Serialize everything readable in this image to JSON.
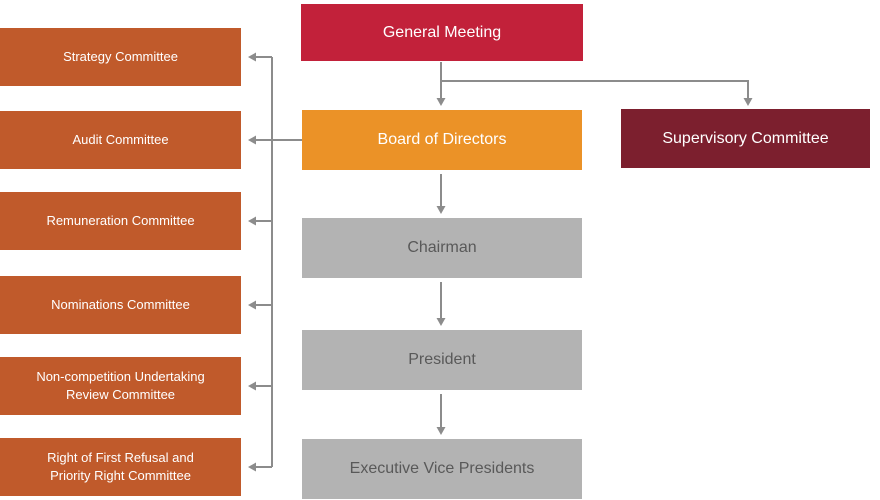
{
  "colors": {
    "general-meeting": "#C2213A",
    "board": "#EB9227",
    "supervisory": "#7C1F2E",
    "committee": "#C05A2B",
    "management": "#B3B3B3",
    "management-text": "#595959",
    "connector": "#8C8C8C",
    "text-light": "#FFFFFF",
    "background": "#FFFFFF"
  },
  "nodes": {
    "general_meeting": "General Meeting",
    "board_of_directors": "Board of Directors",
    "supervisory_committee": "Supervisory Committee",
    "chairman": "Chairman",
    "president": "President",
    "executive_vice_presidents": "Executive Vice Presidents"
  },
  "committees": [
    "Strategy Committee",
    "Audit Committee",
    "Remuneration Committee",
    "Nominations Committee",
    "Non-competition Undertaking\nReview Committee",
    "Right of First Refusal and\nPriority Right Committee"
  ],
  "hierarchy": {
    "general_meeting_reports": [
      "board_of_directors",
      "supervisory_committee"
    ],
    "board_of_directors_reports": [
      "chairman"
    ],
    "chairman_reports": [
      "president"
    ],
    "president_reports": [
      "executive_vice_presidents"
    ],
    "board_committees": [
      "Strategy Committee",
      "Audit Committee",
      "Remuneration Committee",
      "Nominations Committee",
      "Non-competition Undertaking Review Committee",
      "Right of First Refusal and Priority Right Committee"
    ]
  }
}
